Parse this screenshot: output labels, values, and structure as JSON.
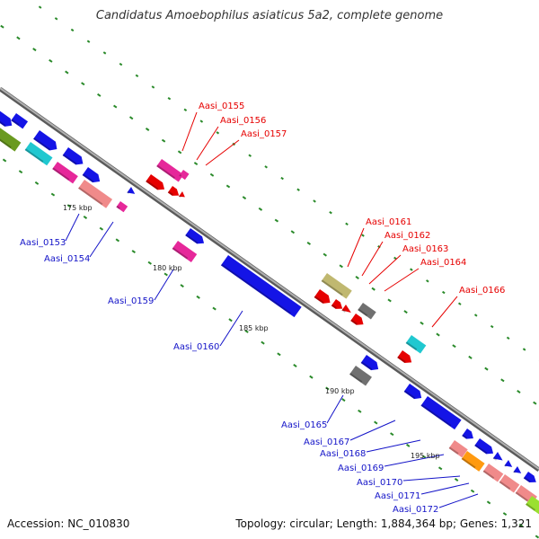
{
  "title": "Candidatus Amoebophilus asiaticus 5a2, complete genome",
  "footer": {
    "accession": "Accession: NC_010830",
    "info": "Topology: circular; Length: 1,884,364 bp; Genes: 1,321"
  },
  "colors": {
    "backbone": "#8c8c8c",
    "blue": "#1414e6",
    "red": "#e60000",
    "magenta": "#e6289a",
    "salmon": "#f08a8a",
    "cyan": "#20c8d0",
    "olive": "#c0b870",
    "gray": "#707070",
    "orange": "#ff9a10",
    "green": "#6a9a20",
    "lime": "#9ae030",
    "ticks": "#2a8a2a"
  },
  "scale_labels": [
    "175 kbp",
    "180 kbp",
    "185 kbp",
    "190 kbp",
    "195 kbp"
  ],
  "labels_top": [
    "Aasi_0155",
    "Aasi_0156",
    "Aasi_0157",
    "Aasi_0161",
    "Aasi_0162",
    "Aasi_0163",
    "Aasi_0164",
    "Aasi_0166"
  ],
  "labels_bottom": [
    "Aasi_0153",
    "Aasi_0154",
    "Aasi_0159",
    "Aasi_0160",
    "Aasi_0165",
    "Aasi_0167",
    "Aasi_0168",
    "Aasi_0169",
    "Aasi_0170",
    "Aasi_0171",
    "Aasi_0172"
  ]
}
